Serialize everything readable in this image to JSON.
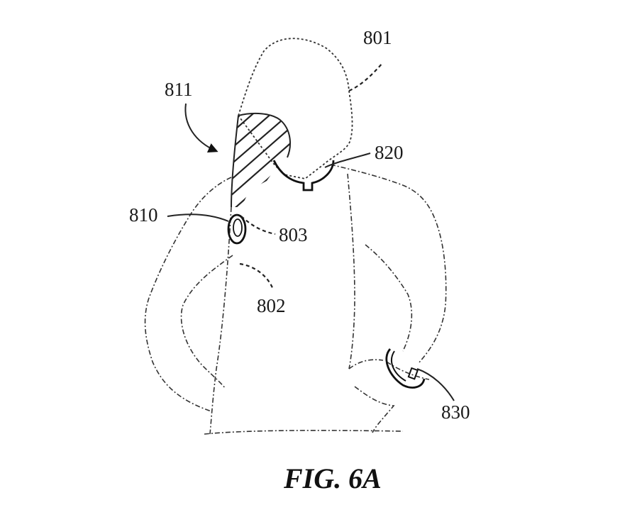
{
  "labels": {
    "head": "801",
    "torso_line": "802",
    "ear_point": "803",
    "ear_device": "810",
    "zone": "811",
    "neck_device": "820",
    "wrist_device": "830"
  },
  "caption": "FIG. 6A"
}
